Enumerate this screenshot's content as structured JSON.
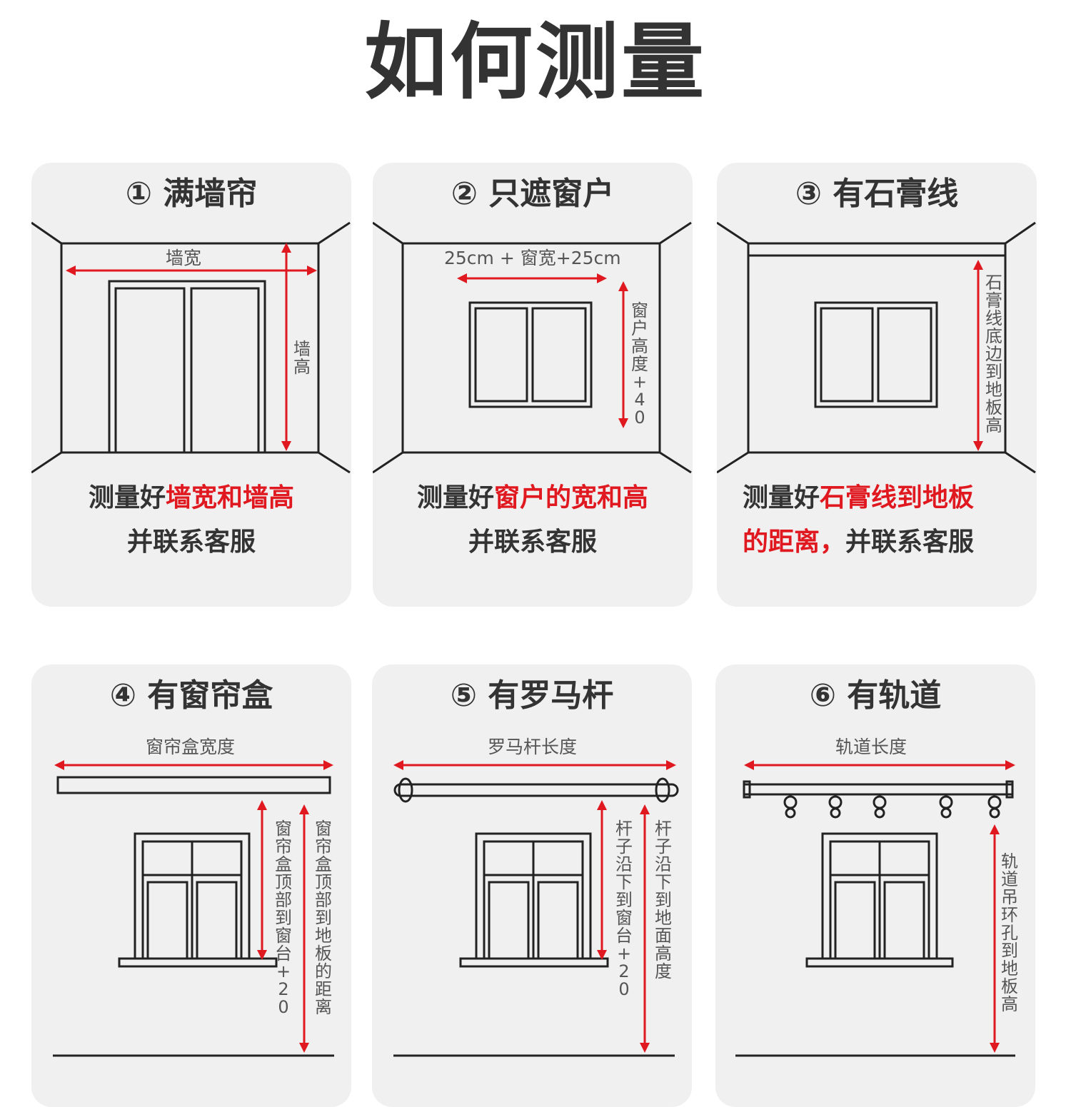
{
  "title": "如何测量",
  "colors": {
    "accent": "#e0181f",
    "line": "#222222",
    "card_bg": "#f0f0f0",
    "text": "#333333"
  },
  "cards": [
    {
      "title": "① 满墙帘",
      "labels": {
        "width": "墙宽",
        "height": "墙高"
      },
      "caption": {
        "line1_plain": "测量好",
        "line1_red": "墙宽和墙高",
        "line2": "并联系客服"
      }
    },
    {
      "title": "② 只遮窗户",
      "labels": {
        "width": "25cm + 窗宽+25cm",
        "height": "窗户高度+40"
      },
      "caption": {
        "line1_plain": "测量好",
        "line1_red": "窗户的宽和高",
        "line2": "并联系客服"
      }
    },
    {
      "title": "③ 有石膏线",
      "labels": {
        "height": "石膏线底边到地板高"
      },
      "caption": {
        "line1_plain": "测量好",
        "line1_red": "石膏线到地板",
        "line2_red": "的距离，",
        "line2_plain": "并联系客服"
      }
    },
    {
      "title": "④ 有窗帘盒",
      "labels": {
        "width": "窗帘盒宽度",
        "height1": "窗帘盒顶部到窗台+20",
        "height2": "窗帘盒顶部到地板的距离"
      }
    },
    {
      "title": "⑤ 有罗马杆",
      "labels": {
        "width": "罗马杆长度",
        "height1": "杆子沿下到窗台+20",
        "height2": "杆子沿下到地面高度"
      }
    },
    {
      "title": "⑥ 有轨道",
      "labels": {
        "width": "轨道长度",
        "height": "轨道吊环孔到地板高"
      }
    }
  ]
}
